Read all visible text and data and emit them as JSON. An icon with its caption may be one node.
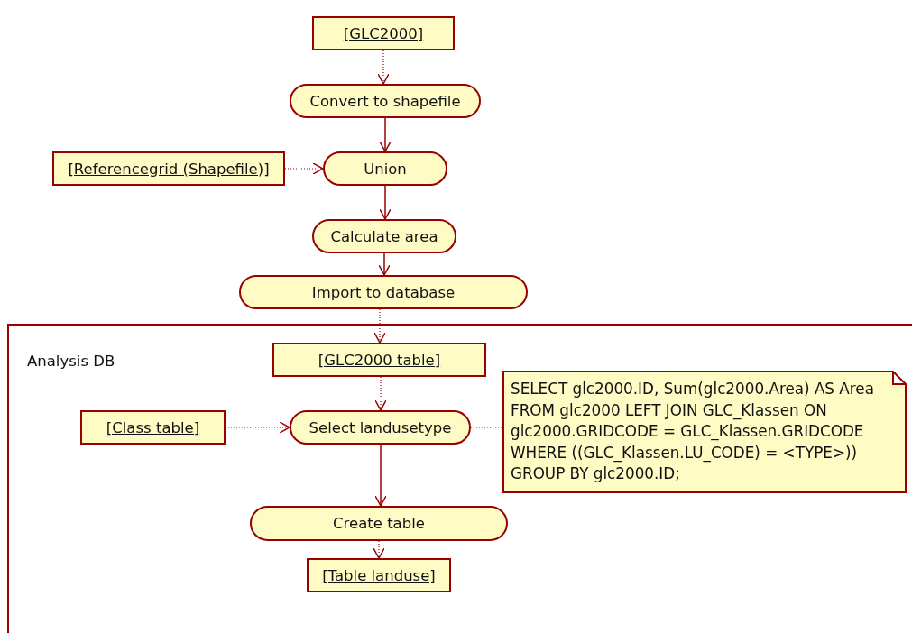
{
  "diagram": {
    "nodes": [
      {
        "text": [
          "[GLC2000]"
        ]
      },
      {
        "text": [
          "Convert to shapefile"
        ]
      },
      {
        "text": [
          "[Referencegrid (Shapefile)]"
        ]
      },
      {
        "text": [
          "Union"
        ]
      },
      {
        "text": [
          "Calculate area"
        ]
      },
      {
        "text": [
          "Import to database"
        ]
      },
      {
        "text": [
          "Analysis DB"
        ]
      },
      {
        "text": [
          "[GLC2000 table]"
        ],
        "in": 6
      },
      {
        "text": [
          "[Class table]"
        ],
        "in": 6
      },
      {
        "text": [
          "Select landusetype"
        ],
        "in": 6
      },
      {
        "text": [
          "SELECT glc2000.ID, Sum(glc2000.Area) AS Area FROM glc2000 LEFT JOIN GLC_Klassen ON glc2000.GRIDCODE = GLC_Klassen.GRIDCODE WHERE ((GLC_Klassen.LU_CODE) = <TYPE>)) GROUP BY glc2000.ID;"
        ],
        "in": 6
      },
      {
        "text": [
          "Create table"
        ],
        "in": 6
      },
      {
        "text": [
          "[Table landuse]"
        ],
        "in": 6
      }
    ],
    "edges": [
      {
        "from": 0,
        "to": 1,
        "arrow": "to",
        "style": "dashed"
      },
      {
        "from": 1,
        "to": 3,
        "arrow": "to"
      },
      {
        "from": 2,
        "to": 3,
        "arrow": "to",
        "style": "dashed"
      },
      {
        "from": 3,
        "to": 4,
        "arrow": "to"
      },
      {
        "from": 4,
        "to": 5,
        "arrow": "to"
      },
      {
        "from": 5,
        "to": 7,
        "arrow": "to",
        "style": "dashed"
      },
      {
        "from": 7,
        "to": 9,
        "arrow": "to",
        "style": "dashed"
      },
      {
        "from": 8,
        "to": 9,
        "arrow": "to",
        "style": "dashed"
      },
      {
        "from": 9,
        "to": 10,
        "arrow": "none",
        "style": "dashed"
      },
      {
        "from": 9,
        "to": 11,
        "arrow": "to"
      },
      {
        "from": 11,
        "to": 12,
        "arrow": "to",
        "style": "dashed"
      }
    ]
  }
}
